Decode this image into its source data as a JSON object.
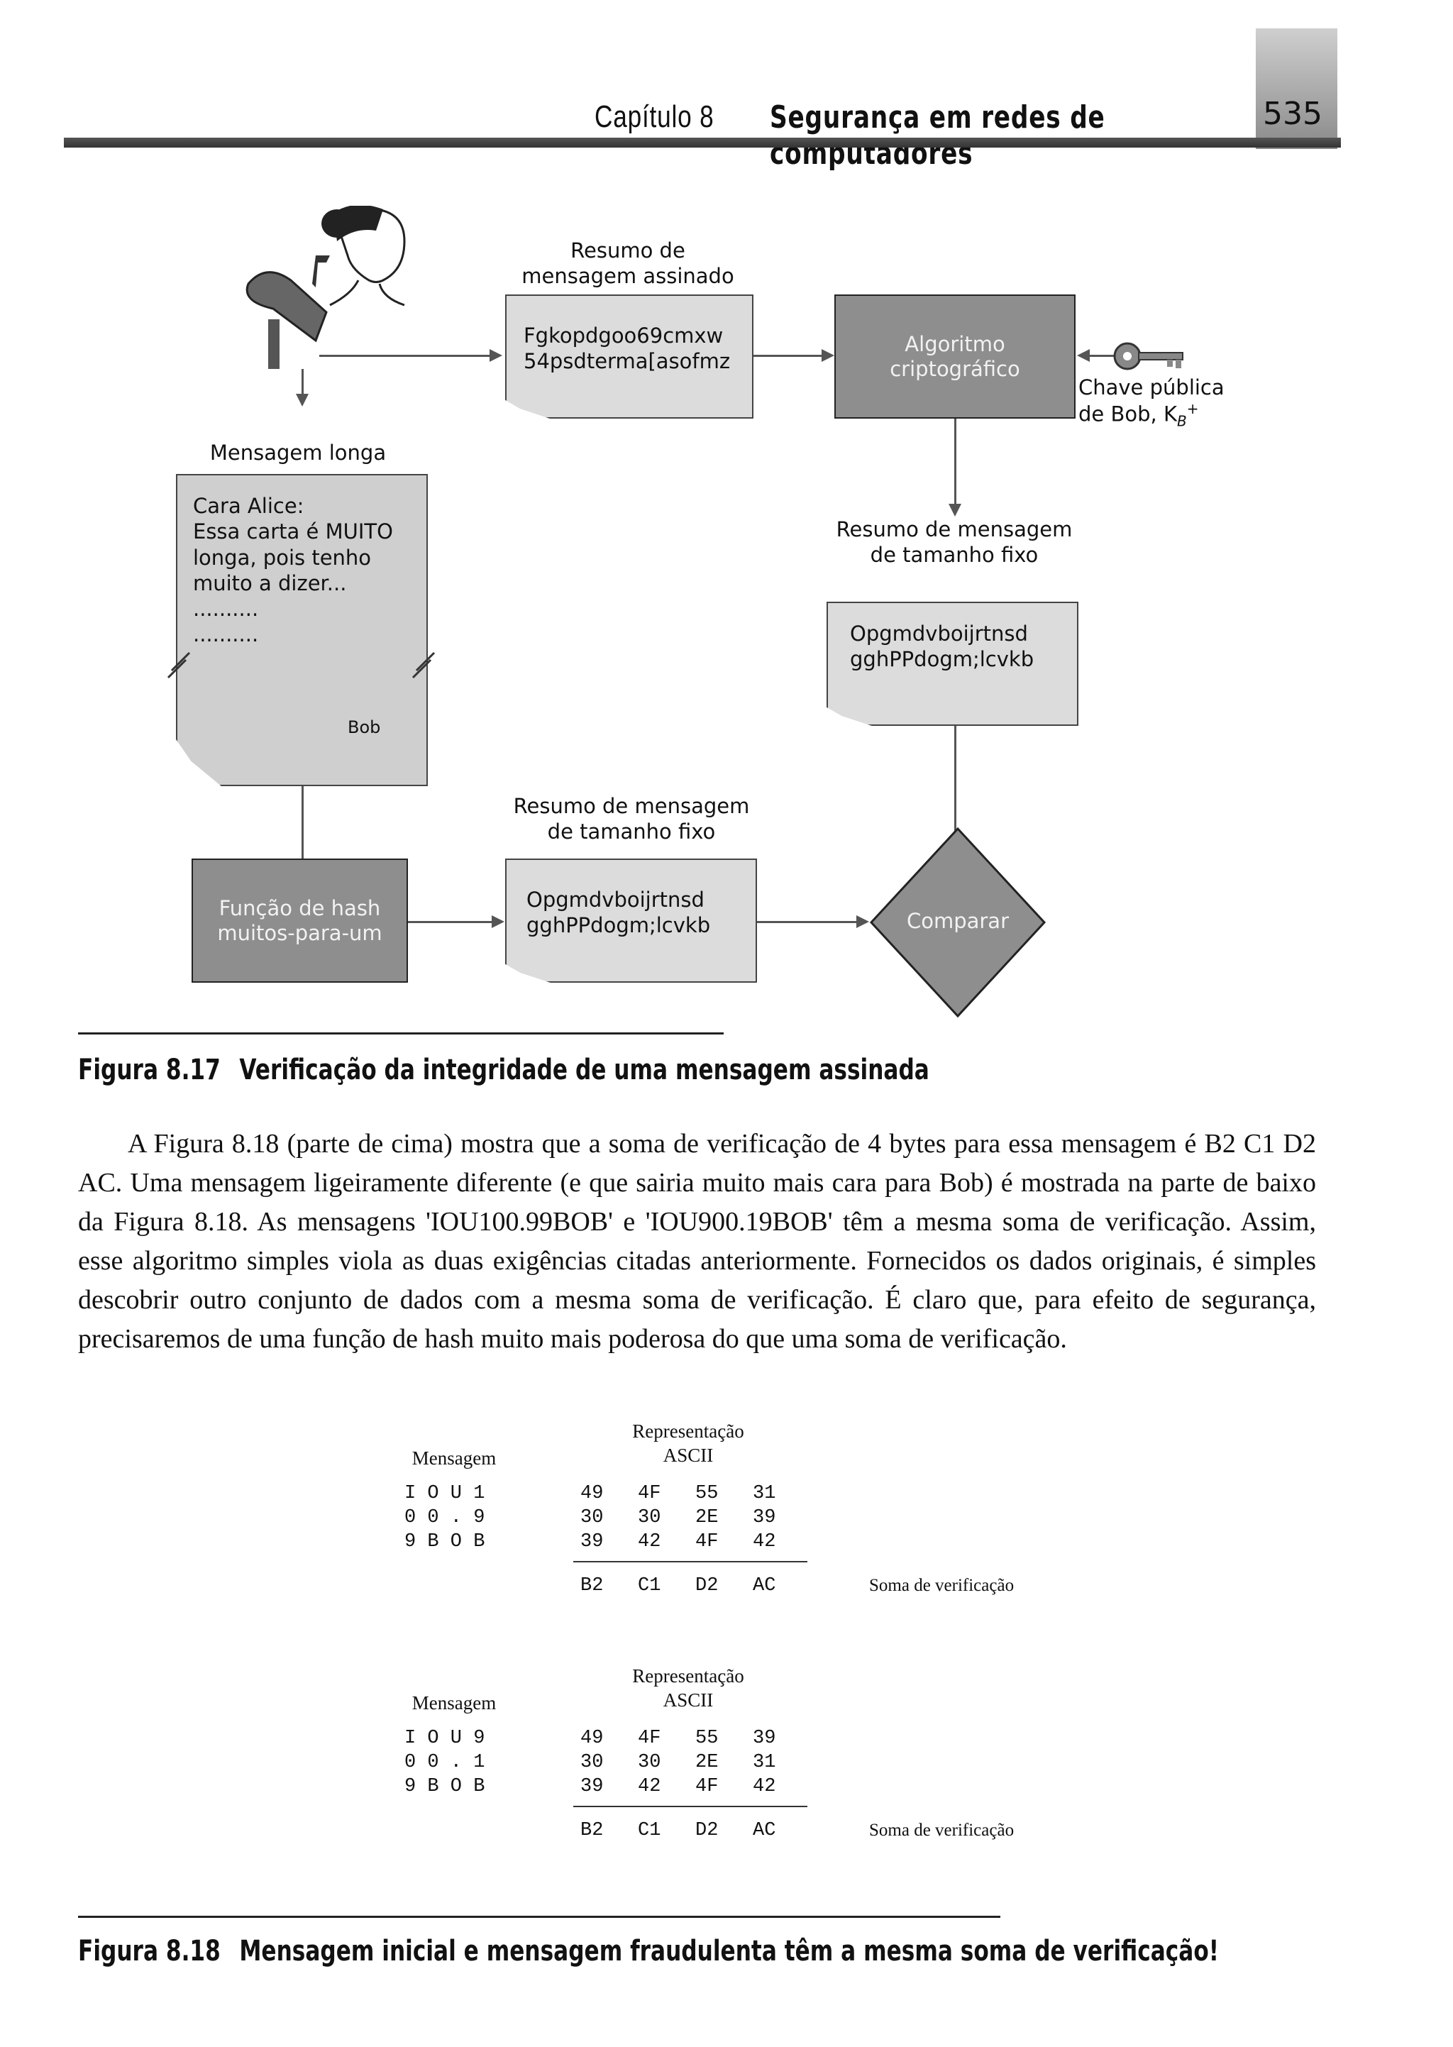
{
  "header": {
    "chapter": "Capítulo 8",
    "title": "Segurança em redes de computadores",
    "page_number": "535"
  },
  "figure_817": {
    "signed_digest_label": "Resumo de\nmensagem assinado",
    "signed_digest_text": "Fgkopdgoo69cmxw\n54psdterma[asofmz",
    "crypto_algorithm": "Algoritmo\ncriptográfico",
    "public_key_label": "Chave pública\nde Bob, K",
    "public_key_sub": "B",
    "public_key_sup": "+",
    "long_message_label": "Mensagem longa",
    "letter_text": "Cara Alice:\nEssa carta é MUITO\nlonga, pois tenho\nmuito a dizer...\n..........\n..........",
    "letter_signature": "Bob",
    "fixed_digest_label_right": "Resumo de mensagem\nde tamanho fixo",
    "fixed_digest_text_right": "Opgmdvboijrtnsd\ngghPPdogm;lcvkb",
    "fixed_digest_label_bottom": "Resumo de mensagem\nde tamanho fixo",
    "fixed_digest_text_bottom": "Opgmdvboijrtnsd\ngghPPdogm;lcvkb",
    "hash_function": "Função de hash\nmuitos-para-um",
    "compare": "Comparar",
    "caption_number": "Figura 8.17",
    "caption_text": "Verificação da integridade de uma mensagem assinada"
  },
  "paragraph": "A Figura 8.18 (parte de cima) mostra que a soma de verificação de 4 bytes para essa mensagem é B2 C1 D2 AC. Uma mensagem ligeiramente diferente (e que sairia muito mais cara para Bob) é mostrada na parte de baixo da Figura 8.18. As mensagens 'IOU100.99BOB' e 'IOU900.19BOB' têm a mesma soma de verificação. Assim, esse algoritmo simples viola as duas exigências citadas anteriormente. Fornecidos os dados originais, é simples descobrir outro conjunto de dados com a mesma soma de verificação. É claro que, para efeito de segurança, precisaremos de uma função de hash muito mais poderosa do que uma soma de verificação.",
  "table_top": {
    "col_message": "Mensagem",
    "col_ascii": "Representação\nASCII",
    "rows": [
      {
        "msg": "I O U 1",
        "ascii": "49   4F   55   31"
      },
      {
        "msg": "0 0 . 9",
        "ascii": "30   30   2E   39"
      },
      {
        "msg": "9 B O B",
        "ascii": "39   42   4F   42"
      }
    ],
    "sum": "B2   C1   D2   AC",
    "sum_label": "Soma de verificação"
  },
  "table_bottom": {
    "col_message": "Mensagem",
    "col_ascii": "Representação\nASCII",
    "rows": [
      {
        "msg": "I O U 9",
        "ascii": "49   4F   55   39"
      },
      {
        "msg": "0 0 . 1",
        "ascii": "30   30   2E   31"
      },
      {
        "msg": "9 B O B",
        "ascii": "39   42   4F   42"
      }
    ],
    "sum": "B2   C1   D2   AC",
    "sum_label": "Soma de verificação"
  },
  "figure_818": {
    "caption_number": "Figura 8.18",
    "caption_text": "Mensagem inicial e mensagem fraudulenta têm a mesma soma de verificação!"
  }
}
